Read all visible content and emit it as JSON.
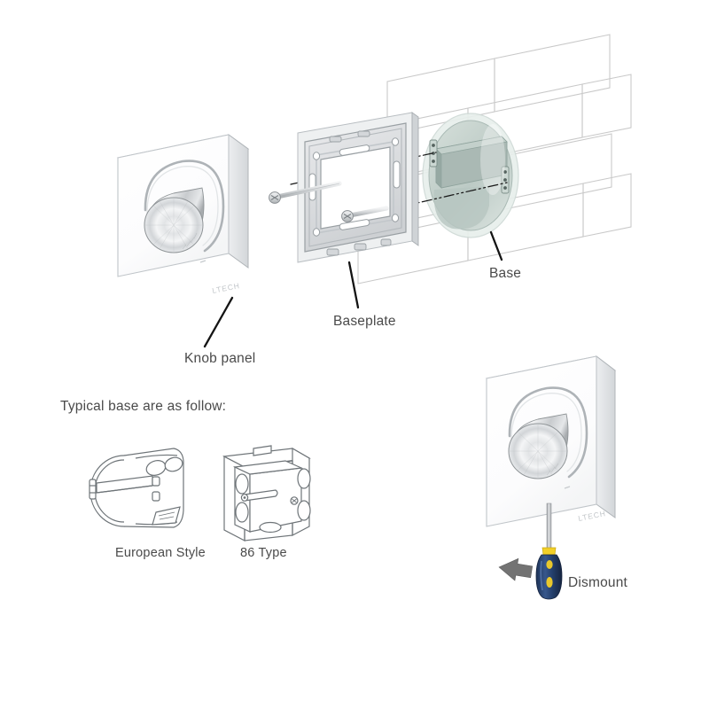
{
  "diagram": {
    "title": "Knob panel installation and dismount diagram",
    "background_color": "#ffffff",
    "label_color": "#4a4a4a"
  },
  "labels": {
    "knob_panel": "Knob panel",
    "baseplate": "Baseplate",
    "base": "Base",
    "typical_base": "Typical base are as follow:",
    "european_style": "European Style",
    "type_86": "86 Type",
    "dismount": "Dismount"
  },
  "brand": {
    "logo_text": "LTECH"
  },
  "parts": {
    "knob_panel": {
      "name": "Knob panel",
      "face_color": "#ffffff",
      "knob_color": "#c9ccce",
      "knob_finish": "brushed-aluminum",
      "has_arc_scale": true
    },
    "baseplate": {
      "name": "Baseplate",
      "color": "#d8dadc",
      "screw_count": 2,
      "screw_type": "phillips"
    },
    "base": {
      "name": "Base",
      "color": "#b9c6c2",
      "shape": "round-recessed-box",
      "mounted_in": "brick wall"
    },
    "wall": {
      "name": "Brick wall",
      "line_color": "#c8c8c8",
      "brick_rows": 4
    }
  },
  "base_types": [
    {
      "name": "European Style",
      "shape": "round"
    },
    {
      "name": "86 Type",
      "shape": "square"
    }
  ],
  "dismount": {
    "label": "Dismount",
    "tool": "screwdriver",
    "handle_color": "#2c4a78",
    "accent_color": "#f2cf28",
    "shaft_color": "#b9bcbf",
    "arrow_color": "#737373",
    "arrow_direction": "left-down"
  },
  "colors": {
    "panel_white": "#ffffff",
    "panel_edge": "#b5b8ba",
    "metal_light": "#f2f3f4",
    "metal_mid": "#c4c7ca",
    "metal_dark": "#8d9194",
    "baseplate_fill": "#dcdee0",
    "baseplate_line": "#9aa0a4",
    "base_fill": "#c2cfca",
    "base_fill_dark": "#9fb0ab",
    "wall_line": "#c9c9c9",
    "leader_line": "#1a1a1a",
    "axis_line": "#1a1a1a"
  }
}
